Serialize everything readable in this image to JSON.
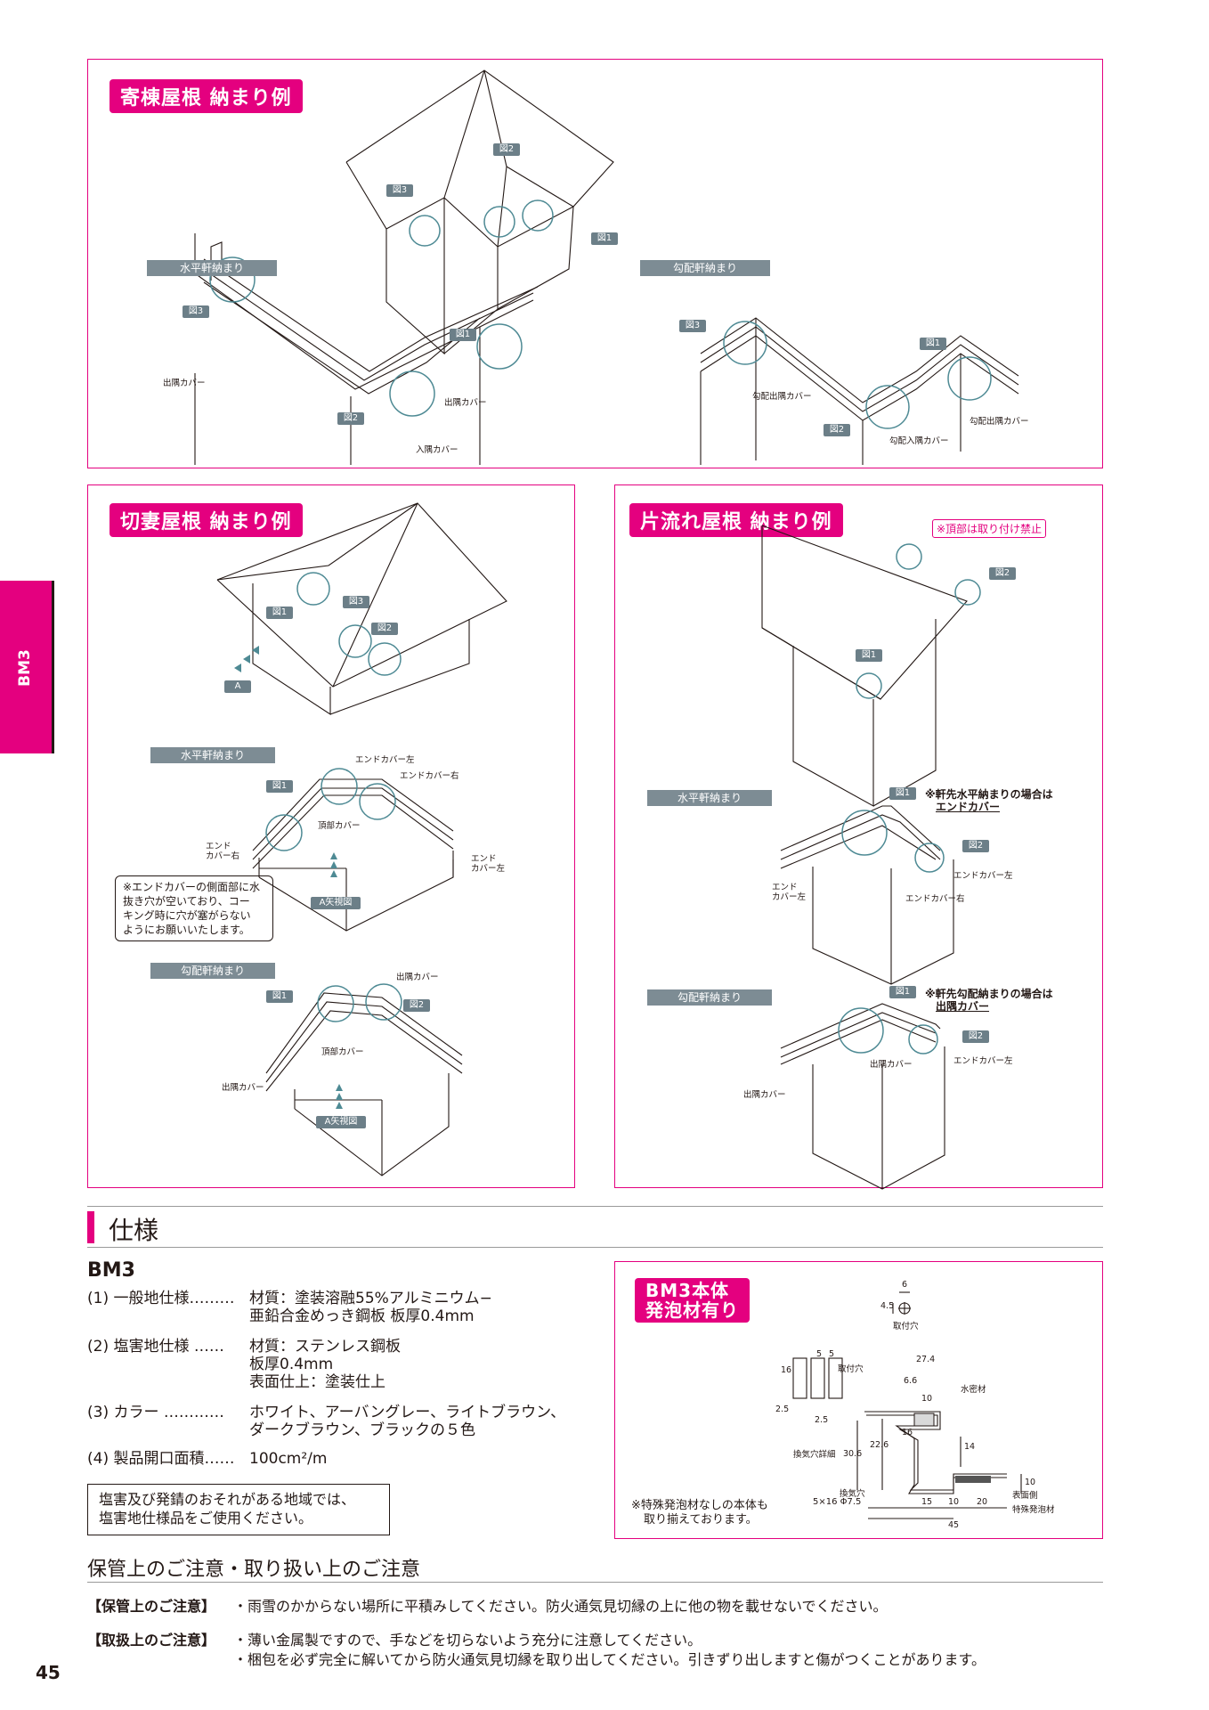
{
  "side_tab": "BM3",
  "page_number": "45",
  "panels": {
    "hip": {
      "title": "寄棟屋根 納まり例",
      "horizontal_tag": "水平軒納まり",
      "slope_tag": "勾配軒納まり",
      "fig1": "図1",
      "fig2": "図2",
      "fig3": "図3",
      "labels": {
        "outer_cover": "出隅カバー",
        "inner_cover": "入隅カバー",
        "slope_outer_cover": "勾配出隅カバー",
        "slope_inner_cover": "勾配入隅カバー"
      }
    },
    "gable": {
      "title": "切妻屋根 納まり例",
      "fig1": "図1",
      "fig2": "図2",
      "fig3": "図3",
      "view_a": "A",
      "horizontal_tag": "水平軒納まり",
      "slope_tag": "勾配軒納まり",
      "labels": {
        "end_cover_left": "エンドカバー左",
        "end_cover_right": "エンドカバー右",
        "top_cover": "頂部カバー",
        "end_cover_right_split": "エンド\nカバー右",
        "end_cover_left_split": "エンド\nカバー左",
        "arrow_view": "A矢視図",
        "outer_cover": "出隅カバー"
      },
      "note_lines": [
        "※エンドカバーの側面部に水",
        "抜き穴が空いており、コー",
        "キング時に穴が塞がらない",
        "ようにお願いいたします。"
      ]
    },
    "shed": {
      "title": "片流れ屋根 納まり例",
      "warning": "※頂部は取り付け禁止",
      "fig1": "図1",
      "fig2": "図2",
      "horizontal_tag": "水平軒納まり",
      "slope_tag": "勾配軒納まり",
      "note_horizontal_1": "※軒先水平納まりの場合は",
      "note_horizontal_2": "エンドカバー",
      "note_slope_1": "※軒先勾配納まりの場合は",
      "note_slope_2": "出隅カバー",
      "labels": {
        "end_cover_left_split": "エンド\nカバー左",
        "end_cover_left": "エンドカバー左",
        "end_cover_right": "エンドカバー右",
        "outer_cover": "出隅カバー"
      }
    }
  },
  "spec": {
    "heading": "仕様",
    "product": "BM3",
    "rows": [
      {
        "label": "(1) 一般地仕様………",
        "lines": [
          "材質：塗装溶融55%アルミニウム−",
          "亜鉛合金めっき鋼板 板厚0.4mm"
        ]
      },
      {
        "label": "(2) 塩害地仕様 ……",
        "lines": [
          "材質：ステンレス鋼板",
          "板厚0.4mm",
          "表面仕上：塗装仕上"
        ]
      },
      {
        "label": "(3) カラー …………",
        "lines": [
          "ホワイト、アーバングレー、ライトブラウン、",
          "ダークブラウン、ブラックの５色"
        ]
      },
      {
        "label": "(4) 製品開口面積……",
        "lines": [
          "100cm²/m"
        ]
      }
    ],
    "note_lines": [
      "塩害及び発錆のおそれがある地域では、",
      "塩害地仕様品をご使用ください。"
    ]
  },
  "diagram": {
    "title_lines": [
      "BM3本体",
      "発泡材有り"
    ],
    "labels": {
      "mounting_hole": "取付穴",
      "vent_detail": "換気穴詳細",
      "vent_hole": "換気穴",
      "vent_spec": "5×16 Φ7.5",
      "waterstop": "水密材",
      "surface": "表面側",
      "special_foam": "特殊発泡材"
    },
    "dims": [
      "6",
      "4.5",
      "27.4",
      "6.6",
      "10",
      "5",
      "16",
      "2.5",
      "22.6",
      "30.6",
      "14",
      "15",
      "20",
      "45"
    ],
    "note_lines": [
      "※特殊発泡材なしの本体も",
      "取り揃えております。"
    ]
  },
  "caution": {
    "heading": "保管上のご注意・取り扱い上のご注意",
    "storage_label": "【保管上のご注意】",
    "storage_text": "・雨雪のかからない場所に平積みしてください。防火通気見切縁の上に他の物を載せないでください。",
    "handling_label": "【取扱上のご注意】",
    "handling_text_1": "・薄い金属製ですので、手などを切らないよう充分に注意してください。",
    "handling_text_2": "・梱包を必ず完全に解いてから防火通気見切縁を取り出してください。引きずり出しますと傷がつくことがあります。"
  }
}
